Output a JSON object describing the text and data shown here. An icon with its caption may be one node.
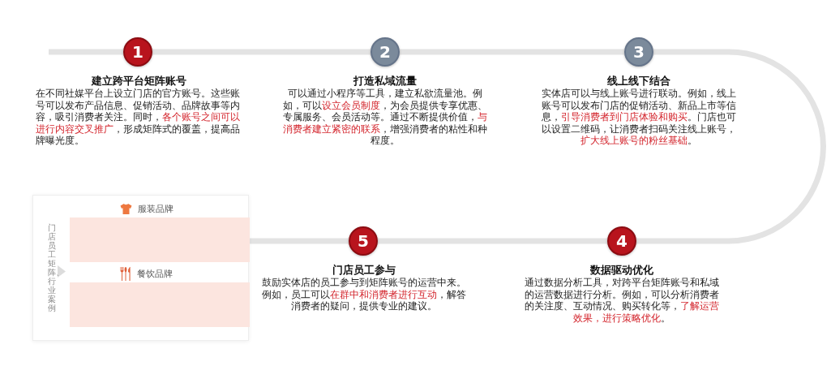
{
  "diagram": {
    "nodes": [
      {
        "text": [
          "1"
        ],
        "beside": [
          "建立跨平台矩阵账号",
          "在不同社媒平台上设立门店的官方账号。这些账号可以发布产品信息、促销活动、品牌故事等内容，吸引消费者关注。同时，**各个账号之间可以进行内容交叉推广**，形成矩阵式的覆盖，提高品牌曝光度。"
        ]
      },
      {
        "text": [
          "2"
        ],
        "beside": [
          "打造私域流量",
          "可以通过小程序等工具，建立私欲流量池。例如，可以**设立会员制度**，为会员提供专享优惠、专属服务、会员活动等。通过不断提供价值，**与消费者建立紧密的联系**，增强消费者的粘性和种程度。"
        ]
      },
      {
        "text": [
          "3"
        ],
        "beside": [
          "线上线下结合",
          "实体店可以与线上账号进行联动。例如，线上账号可以发布门店的促销活动、新品上市等信息，**引导消费者到门店体验和购买**。门店也可以设置二维码，让消费者扫码关注线上账号，**扩大线上账号的粉丝基础**。"
        ]
      },
      {
        "text": [
          "4"
        ],
        "beside": [
          "数据驱动优化",
          "通过数据分析工具，对跨平台矩阵账号和私域的运营数据进行分析。例如，可以分析消费者的关注度、互动情况、购买转化等，**了解运营效果，进行策略优化**。"
        ]
      },
      {
        "text": [
          "5"
        ],
        "beside": [
          "门店员工参与",
          "鼓励实体店的员工参与到矩阵账号的运营中来。例如，员工可以**在群中和消费者进行互动**，解答消费者的疑问，提供专业的建议。"
        ]
      },
      {
        "text": [],
        "shape": "box"
      },
      {
        "text": [
          "门店员工矩阵、行业案例"
        ],
        "in": 5
      },
      {
        "text": [
          "服装品牌"
        ],
        "in": 5
      },
      {
        "text": [
          "餐饮品牌"
        ],
        "in": 5
      }
    ],
    "edges": [
      {
        "from": null,
        "to": 0,
        "arrow": "none"
      },
      {
        "from": 0,
        "to": 1,
        "arrow": "none"
      },
      {
        "from": 1,
        "to": 2,
        "arrow": "none"
      },
      {
        "from": 2,
        "to": 3,
        "arrow": "none"
      },
      {
        "from": 3,
        "to": 4,
        "arrow": "none"
      },
      {
        "from": 4,
        "to": 5,
        "arrow": "none"
      },
      {
        "from": 6,
        "to": null,
        "arrow": "to"
      }
    ]
  }
}
